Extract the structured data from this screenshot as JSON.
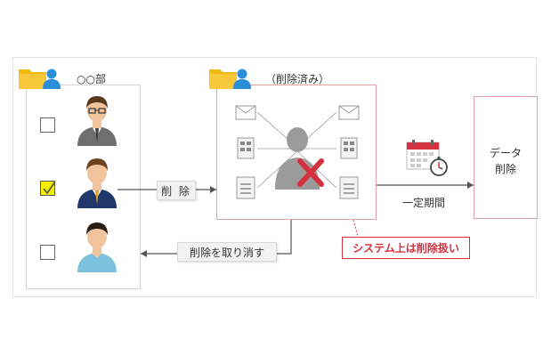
{
  "department": {
    "title": "○○部",
    "employees": [
      {
        "checked": false
      },
      {
        "checked": true
      },
      {
        "checked": false
      }
    ]
  },
  "deleted_folder": {
    "title": "（削除済み）"
  },
  "actions": {
    "delete_label": "削 除",
    "undo_label": "削除を取り消す"
  },
  "status_label": "システム上は削除扱い",
  "period_label": "一定期間",
  "erase_box": {
    "line1": "データ",
    "line2": "削除"
  },
  "colors": {
    "accent_red": "#d5303e",
    "folder_yellow": "#f2b90f",
    "user_blue": "#2a8fd8",
    "check_yellow": "#f4f000"
  }
}
